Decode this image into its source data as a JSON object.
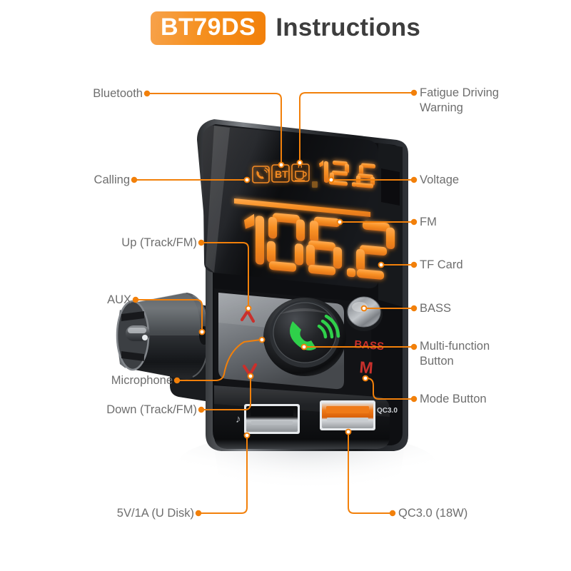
{
  "header": {
    "badge": "BT79DS",
    "title": "Instructions",
    "badge_color": "#f2800a",
    "title_color": "#3d3d3d"
  },
  "theme": {
    "accent": "#f2800a",
    "label_color": "#6e6e6e",
    "background": "#ffffff",
    "led_orange": "#f58b22",
    "phone_green": "#2fd04a",
    "silk_red": "#c9302c"
  },
  "callouts": [
    {
      "id": "bluetooth",
      "label": "Bluetooth",
      "side": "left"
    },
    {
      "id": "calling",
      "label": "Calling",
      "side": "left"
    },
    {
      "id": "up-track-fm",
      "label": "Up (Track/FM)",
      "side": "left"
    },
    {
      "id": "aux",
      "label": "AUX",
      "side": "left"
    },
    {
      "id": "microphone",
      "label": "Microphone",
      "side": "left"
    },
    {
      "id": "down-track-fm",
      "label": "Down (Track/FM)",
      "side": "left"
    },
    {
      "id": "fatigue-warning",
      "label": "Fatigue Driving\nWarning",
      "side": "right"
    },
    {
      "id": "voltage",
      "label": "Voltage",
      "side": "right"
    },
    {
      "id": "fm",
      "label": "FM",
      "side": "right"
    },
    {
      "id": "tf-card",
      "label": "TF Card",
      "side": "right"
    },
    {
      "id": "bass",
      "label": "BASS",
      "side": "right"
    },
    {
      "id": "multi-function",
      "label": "Multi-function\nButton",
      "side": "right"
    },
    {
      "id": "mode-button",
      "label": "Mode Button",
      "side": "right"
    },
    {
      "id": "usb-5v1a",
      "label": "5V/1A (U Disk)",
      "side": "bottom-left"
    },
    {
      "id": "usb-qc30",
      "label": "QC3.0 (18W)",
      "side": "bottom-right"
    }
  ],
  "display": {
    "voltage": "12.6",
    "fm_frequency": "106.2",
    "status_icons": [
      {
        "name": "calling-icon",
        "glyph": "phone"
      },
      {
        "name": "bluetooth-icon",
        "glyph": "BT"
      },
      {
        "name": "fatigue-icon",
        "glyph": "cup"
      }
    ]
  },
  "controls": {
    "up_glyph": "∧",
    "down_glyph": "∨",
    "mode_glyph": "M",
    "bass_label": "BASS",
    "multifunction_glyph": "call"
  },
  "ports": {
    "usb_a_label": "",
    "usb_qc_label": "QC3.0",
    "music_note": "♪"
  }
}
